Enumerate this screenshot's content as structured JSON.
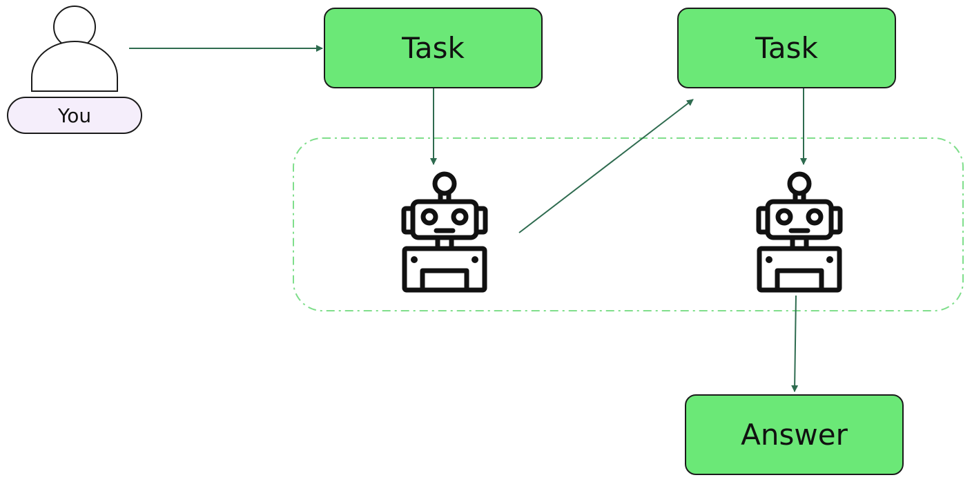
{
  "colors": {
    "node_fill": "#6BE877",
    "arrow": "#2E6B4F",
    "group_border": "#7FDE8B",
    "user_badge_fill": "#F5EEFB",
    "outline": "#1A1A1A"
  },
  "user": {
    "icon": "user-icon",
    "label": "You"
  },
  "nodes": {
    "task_1": "Task",
    "task_2": "Task",
    "answer": "Answer"
  },
  "agents": [
    {
      "icon": "robot-icon"
    },
    {
      "icon": "robot-icon"
    }
  ]
}
